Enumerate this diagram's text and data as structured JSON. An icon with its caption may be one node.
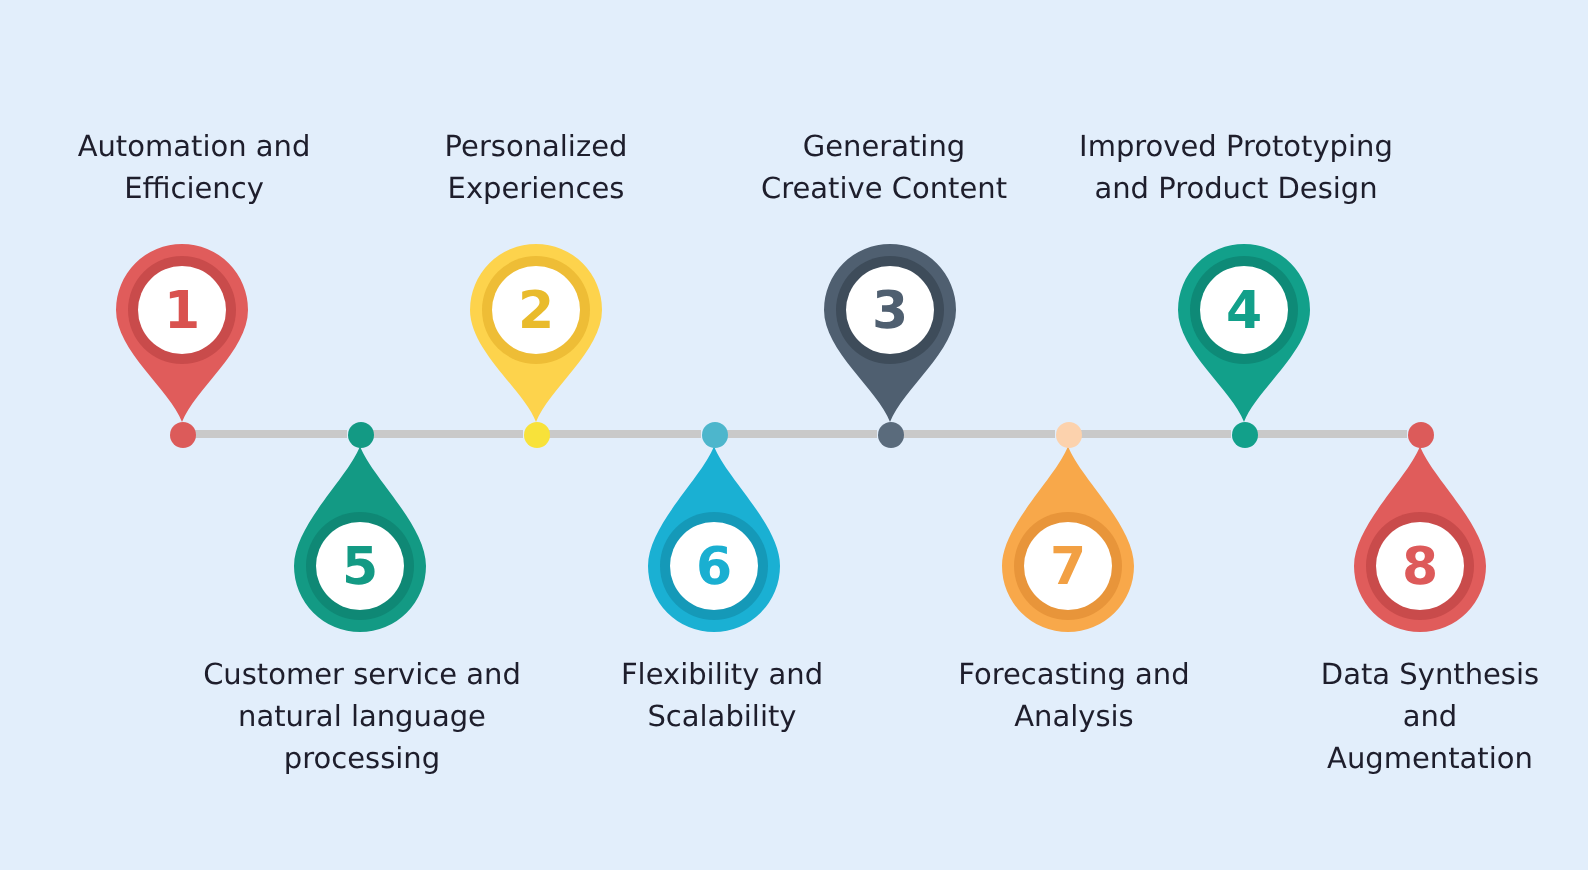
{
  "diagram": {
    "nodes": [
      {
        "text": [
          "1"
        ],
        "beside": [
          "Automation and Efficiency"
        ]
      },
      {
        "text": [
          "2"
        ],
        "beside": [
          "Personalized Experiences"
        ]
      },
      {
        "text": [
          "3"
        ],
        "beside": [
          "Generating Creative Content"
        ]
      },
      {
        "text": [
          "4"
        ],
        "beside": [
          "Improved Prototyping and Product Design"
        ]
      },
      {
        "text": [
          "5"
        ],
        "beside": [
          "Customer service and natural language processing"
        ]
      },
      {
        "text": [
          "6"
        ],
        "beside": [
          "Flexibility and Scalability"
        ]
      },
      {
        "text": [
          "7"
        ],
        "beside": [
          "Forecasting and Analysis"
        ]
      },
      {
        "text": [
          "8"
        ],
        "beside": [
          "Data Synthesis and Augmentation"
        ]
      },
      {
        "text": [],
        "shape": "circle"
      },
      {
        "text": [],
        "shape": "circle"
      },
      {
        "text": [],
        "shape": "circle"
      },
      {
        "text": [],
        "shape": "circle"
      },
      {
        "text": [],
        "shape": "circle"
      },
      {
        "text": [],
        "shape": "circle"
      },
      {
        "text": [],
        "shape": "circle"
      },
      {
        "text": [],
        "shape": "circle"
      }
    ],
    "edges": [
      {
        "from": 8,
        "to": 9,
        "arrow": "none"
      },
      {
        "from": 9,
        "to": 10,
        "arrow": "none"
      },
      {
        "from": 10,
        "to": 11,
        "arrow": "none"
      },
      {
        "from": 11,
        "to": 12,
        "arrow": "none"
      },
      {
        "from": 12,
        "to": 13,
        "arrow": "none"
      },
      {
        "from": 13,
        "to": 14,
        "arrow": "none"
      },
      {
        "from": 14,
        "to": 15,
        "arrow": "none"
      }
    ]
  }
}
